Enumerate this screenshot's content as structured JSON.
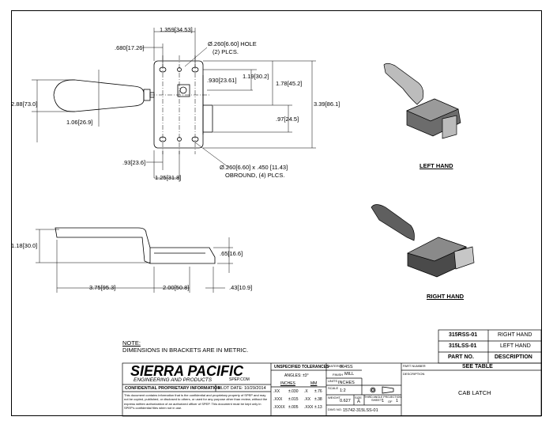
{
  "front_view": {
    "top_dim": "1.359[34.53]",
    "left_dim": ".680[17.26]",
    "hole_note": [
      "Ø.260[6.60] HOLE",
      "(2) PLCS."
    ],
    "dim_930": ".930[23.61]",
    "dim_119": "1.19[30.2]",
    "dim_178": "1.78[45.2]",
    "dim_339": "3.39[86.1]",
    "dim_288": "2.88[73.0]",
    "dim_106": "1.06[26.9]",
    "dim_97": ".97[24.5]",
    "dim_93": ".93[23.6]",
    "dim_125": "1.25[31.8]",
    "obround_note": [
      "Ø.260[6.60] x .450 [11.43]",
      "OBROUND, (4) PLCS."
    ]
  },
  "side_view": {
    "dim_118": "1.18[30.0]",
    "dim_65": ".65[16.6]",
    "dim_375": "3.75[95.3]",
    "dim_200": "2.00[50.8]",
    "dim_43": ".43[10.9]"
  },
  "iso_views": {
    "left_label": "LEFT HAND",
    "right_label": "RIGHT HAND"
  },
  "notes": {
    "heading": "NOTE:",
    "line1": "DIMENSIONS IN BRACKETS ARE IN METRIC."
  },
  "part_table": {
    "rows": [
      {
        "part": "315RSS-01",
        "desc": "RIGHT HAND"
      },
      {
        "part": "315LSS-01",
        "desc": "LEFT HAND"
      }
    ],
    "header_part": "PART NO.",
    "header_desc": "DESCRIPTION"
  },
  "title_block": {
    "company": "SIERRA PACIFIC",
    "company_sub": "ENGINEERING AND PRODUCTS",
    "website": "SPEP.COM",
    "confidential": "CONFIDENTIAL PROPRIETARY INFORMATION",
    "plot_date": "PLOT DATE: 10/29/2014",
    "disclaimer": "This document contains information that is the confidential and proprietary property of SPEP and may not be copied, published, or disclosed to others, or used for any purpose other than review, without the express written authorization of an authorized officer of SPEP. This document must be kept only in SPEP's confidential files when not in use.",
    "tol_title": "UNSPECIFIED TOLERANCES",
    "angles": "ANGLES: ±3°",
    "inches": "INCHES",
    "mm": "MM",
    "tol_rows": [
      [
        ".XX",
        "±.030",
        ".X",
        "±.76"
      ],
      [
        ".XXX",
        "±.015",
        ".XX",
        "±.38"
      ],
      [
        ".XXXX",
        "±.005",
        ".XXX",
        "±.13"
      ]
    ],
    "material_label": "MATERIAL",
    "material": "304SS",
    "finish_label": "FINISH",
    "finish": "MILL",
    "units_label": "UNITS",
    "units": "INCHES",
    "scale_label": "SCALE",
    "scale": "1:2",
    "projection": "THIRD ANGLE PROJECTION",
    "weight_label": "WEIGHT",
    "weight": "0.627",
    "size_label": "SIZE",
    "size": "A",
    "sheet_label": "SHEET",
    "sheet": "1",
    "of": "OF",
    "sheet_total": "1",
    "dwg_label": "DWG NO.",
    "dwg": "15742-315LSS-01",
    "partnumber_label": "PART NUMBER",
    "partnumber": "SEE TABLE",
    "description_label": "DESCRIPTION",
    "description": "CAB LATCH"
  }
}
